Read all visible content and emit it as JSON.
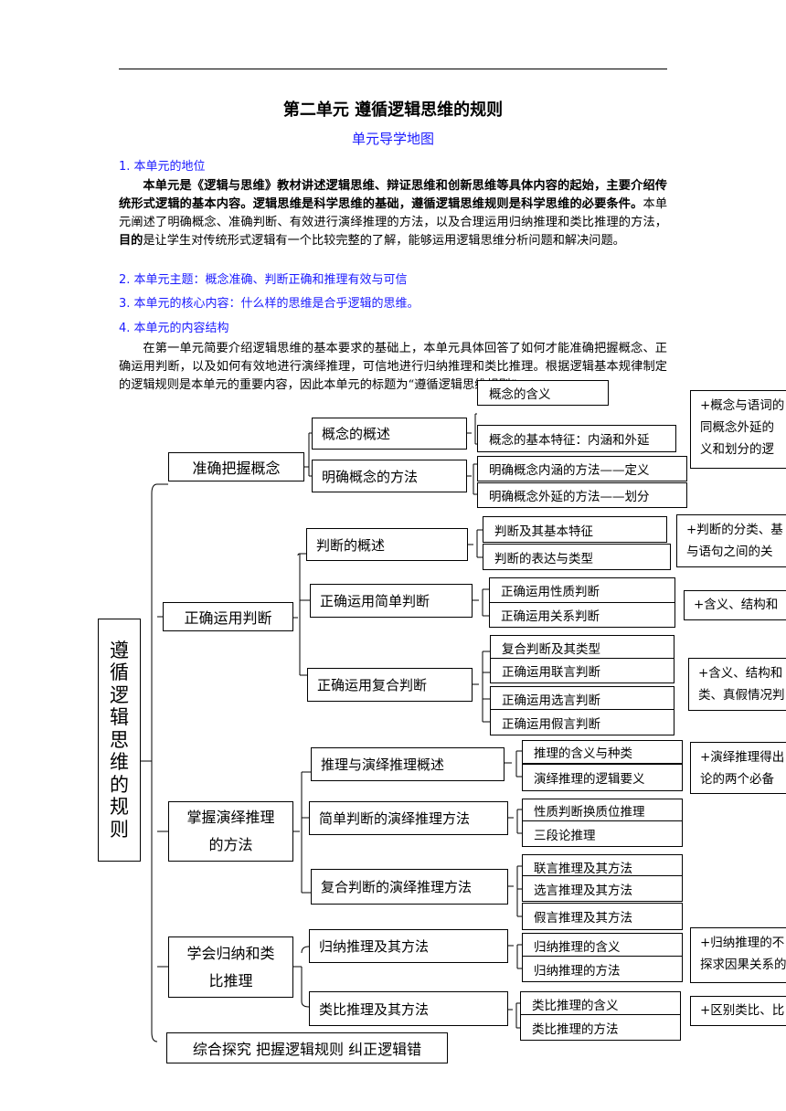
{
  "header": {
    "title": "第二单元  遵循逻辑思维的规则",
    "subtitle": "单元导学地图"
  },
  "sections": {
    "s1": "1. 本单元的地位",
    "s1_bold1": "本单元是《逻辑与思维》教材讲述逻辑思维、辩证思维和创新思维等具体内容的起始，主要介绍传统形式逻辑的基本内容。逻辑思维是科学思维的基础，遵循逻辑思维规则是科学思维的必要条件。",
    "s1_text1": "本单元阐述了明确概念、准确判断、有效进行演绎推理的方法，以及合理运用归纳推理和类比推理的方法，",
    "s1_bold2": "目的",
    "s1_text2": "是让学生对传统形式逻辑有一个比较完整的了解，能够运用逻辑思维分析问题和解决问题。",
    "s2": "2. 本单元主题：概念准确、判断正确和推理有效与可信",
    "s3": "3. 本单元的核心内容：什么样的思维是合乎逻辑的思维。",
    "s4": "4. 本单元的内容结构",
    "s4_text": "在第一单元简要介绍逻辑思维的基本要求的基础上，本单元具体回答了如何才能准确把握概念、正确运用判断，以及如何有效地进行演绎推理，可信地进行归纳推理和类比推理。根据逻辑基本规律制定的逻辑规则是本单元的重要内容，因此本单元的标题为“遵循逻辑思维规则”。"
  },
  "map": {
    "root": [
      "遵",
      "循",
      "逻",
      "辑",
      "思",
      "维",
      "的",
      "规",
      "则"
    ],
    "l1": {
      "a": "准确把握概念",
      "b": "正确运用判断",
      "c1": "掌握演绎推理",
      "c2": "的方法",
      "d1": "学会归纳和类",
      "d2": "比推理",
      "e": "综合探究  把握逻辑规则  纠正逻辑错"
    },
    "l2": {
      "a1": "概念的概述",
      "a2": "明确概念的方法",
      "b1": "判断的概述",
      "b2": "正确运用简单判断",
      "b3": "正确运用复合判断",
      "c1": "推理与演绎推理概述",
      "c2": "简单判断的演绎推理方法",
      "c3": "复合判断的演绎推理方法",
      "d1": "归纳推理及其方法",
      "d2": "类比推理及其方法"
    },
    "l3": {
      "a1": "概念的含义",
      "a2": "概念的基本特征：内涵和外延",
      "a3": "明确概念内涵的方法——定义",
      "a4": "明确概念外延的方法——划分",
      "b1": "判断及其基本特征",
      "b2": "判断的表达与类型",
      "b3": "正确运用性质判断",
      "b4": "正确运用关系判断",
      "b5": "复合判断及其类型",
      "b6": "正确运用联言判断",
      "b7": "正确运用选言判断",
      "b8": "正确运用假言判断",
      "c1": "推理的含义与种类",
      "c2": "演绎推理的逻辑要义",
      "c3": "性质判断换质位推理",
      "c4": "三段论推理",
      "c5": "联言推理及其方法",
      "c6": "选言推理及其方法",
      "c7": "假言推理及其方法",
      "d1": "归纳推理的含义",
      "d2": "归纳推理的方法",
      "d3": "类比推理的含义",
      "d4": "类比推理的方法"
    },
    "notes": {
      "n1a": "+概念与语词的",
      "n1b": "同概念外延的",
      "n1c": "义和划分的逻",
      "n2a": "+判断的分类、基",
      "n2b": "与语句之间的关",
      "n3a": "+含义、结构和",
      "n4a": "+含义、结构和",
      "n4b": "类、真假情况判",
      "n5a": "+演绎推理得出",
      "n5b": "论的两个必备",
      "n6a": "+归纳推理的不",
      "n6b": "探求因果关系的",
      "n7a": "+区别类比、比"
    }
  }
}
